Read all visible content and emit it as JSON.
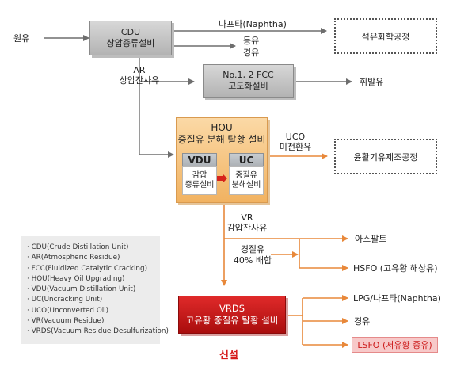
{
  "labels": {
    "crude": "원유",
    "naphtha": "나프타(Naphtha)",
    "kerosene": "등유",
    "diesel1": "경유",
    "ar_en": "AR",
    "ar_ko": "상압잔사유",
    "gasoline": "휘발유",
    "uco_en": "UCO",
    "uco_ko": "미전환유",
    "vr_en": "VR",
    "vr_ko": "감압잔사유",
    "blend_1": "경질유",
    "blend_2": "40% 배합",
    "asphalt": "아스팔트",
    "hsfo": "HSFO (고유황 해상유)",
    "lpg_naphtha": "LPG/나프타(Naphtha)",
    "diesel2": "경유",
    "lsfo": "LSFO (저유황 중유)",
    "new": "신설"
  },
  "boxes": {
    "cdu_1": "CDU",
    "cdu_2": "상압증류설비",
    "petchem": "석유화학공정",
    "fcc_1": "No.1, 2 FCC",
    "fcc_2": "고도화설비",
    "hou_1": "HOU",
    "hou_2": "중질유 분해 탈황 설비",
    "vdu_head": "VDU",
    "vdu_1": "감압",
    "vdu_2": "증류설비",
    "uc_head": "UC",
    "uc_1": "중질유",
    "uc_2": "분해설비",
    "lube": "윤활기유제조공정",
    "vrds_1": "VRDS",
    "vrds_2": "고유황 중질유 탈황 설비"
  },
  "legend": [
    "· CDU(Crude Distillation Unit)",
    "· AR(Atmospheric Residue)",
    "· FCC(Fluidized Catalytic Cracking)",
    "· HOU(Heavy Oil Upgrading)",
    "· VDU(Vacuum Distillation Unit)",
    "· UC(Uncracking Unit)",
    "· UCO(Unconverted Oil)",
    "· VR(Vacuum Residue)",
    "· VRDS(Vacuum Residue Desulfurization)"
  ],
  "colors": {
    "gray_line": "#6e6e6e",
    "orange_line": "#e8883a",
    "vrds_red": "#c81414",
    "new_label": "#d61d1d"
  }
}
